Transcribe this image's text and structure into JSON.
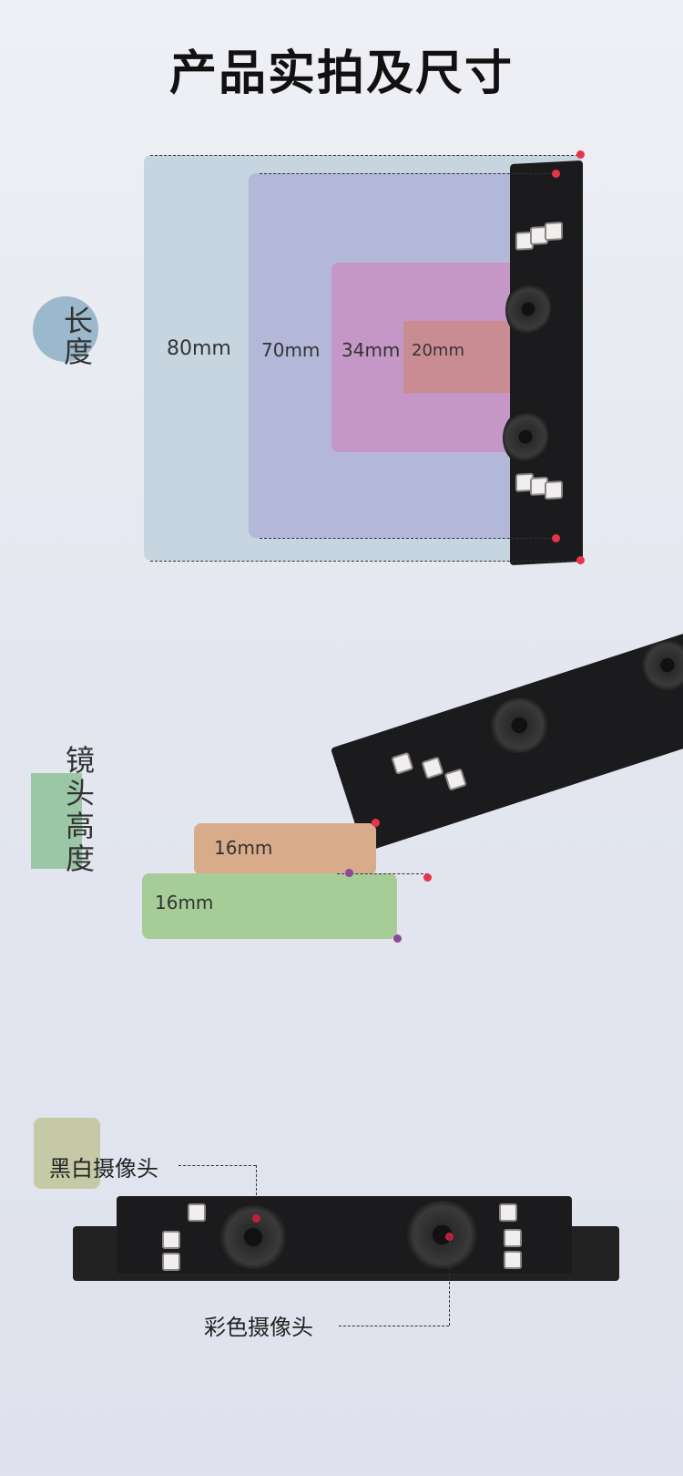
{
  "title": "产品实拍及尺寸",
  "length_section": {
    "label": "长度",
    "dimensions": [
      "80mm",
      "70mm",
      "34mm",
      "20mm"
    ],
    "colors": {
      "80mm": "#c6d5e0",
      "70mm": "#b3b8d9",
      "34mm": "#c597c6",
      "20mm": "#c98c93",
      "badge": "#9cb8cc"
    }
  },
  "height_section": {
    "label": "镜头高度",
    "dimensions": [
      "16mm",
      "16mm"
    ],
    "colors": {
      "top": "#d8ab8a",
      "bottom": "#a6cc98",
      "badge": "#9cc7a6"
    }
  },
  "camera_section": {
    "mono_label": "黑白摄像头",
    "color_label": "彩色摄像头",
    "badge_color": "#c6c9a6"
  }
}
